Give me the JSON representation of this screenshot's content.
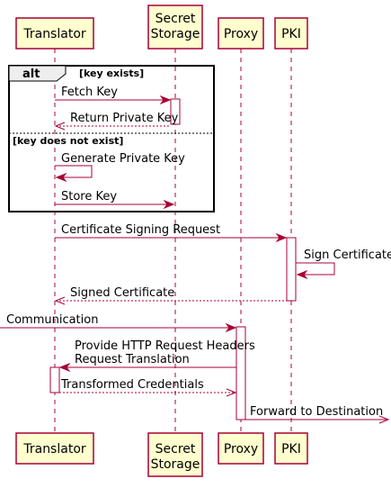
{
  "participants": {
    "translator": "Translator",
    "secret_line1": "Secret",
    "secret_line2": "Storage",
    "proxy": "Proxy",
    "pki": "PKI"
  },
  "alt_frame": {
    "keyword": "alt",
    "condition1": "[key exists]",
    "condition2": "[key does not exist]"
  },
  "messages": {
    "fetch_key": "Fetch Key",
    "return_private_key": "Return Private Key",
    "generate_private_key": "Generate Private Key",
    "store_key": "Store Key",
    "certificate_signing_request": "Certificate Signing Request",
    "sign_certificate": "Sign Certificate",
    "signed_certificate": "Signed Certificate",
    "communication": "Communication",
    "provide_headers_line1": "Provide HTTP Request Headers",
    "provide_headers_line2": "Request Translation",
    "transformed_credentials": "Transformed Credentials",
    "forward_to_destination": "Forward to Destination"
  }
}
